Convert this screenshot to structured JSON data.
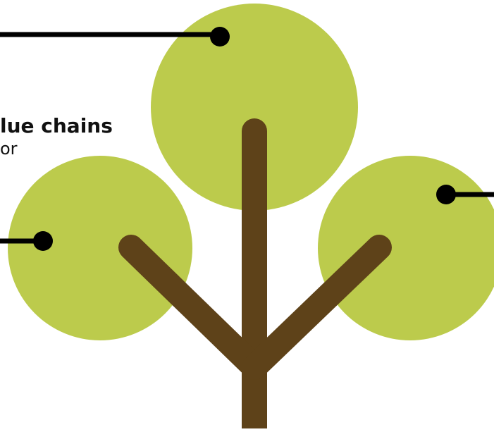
{
  "colors": {
    "canopy": "#bccb4c",
    "trunk": "#5e4219",
    "connector": "#000000",
    "text": "#111111"
  },
  "icons": [
    "tree-illustration",
    "connector-line",
    "connector-dot"
  ],
  "captions": {
    "title_fragment": "lue chains",
    "subtitle_fragment": "or"
  }
}
